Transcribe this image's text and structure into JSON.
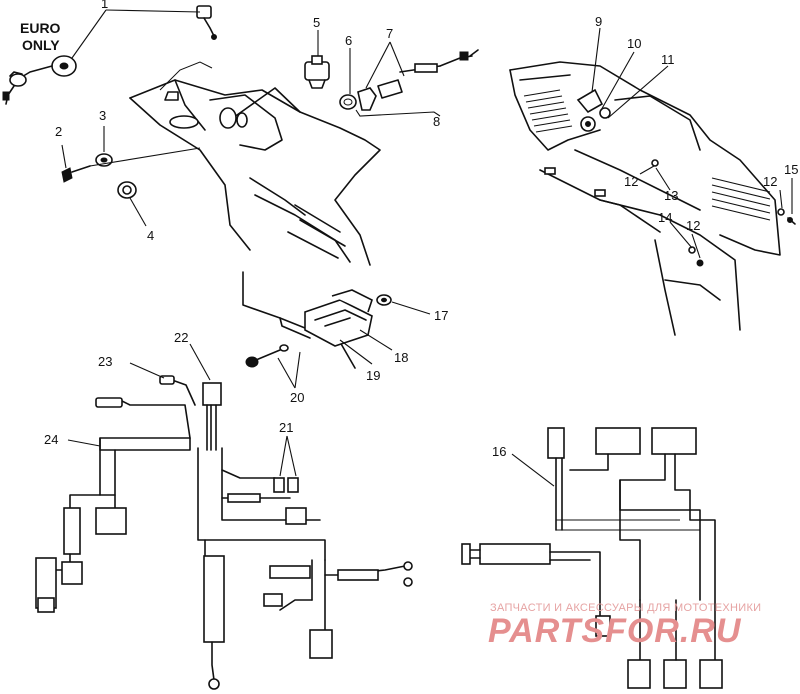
{
  "diagram": {
    "note": [
      "EURO",
      "ONLY"
    ],
    "callouts": [
      "1",
      "2",
      "3",
      "4",
      "5",
      "6",
      "7",
      "8",
      "9",
      "10",
      "11",
      "12",
      "13",
      "14",
      "12",
      "12",
      "15",
      "16",
      "17",
      "18",
      "19",
      "20",
      "21",
      "22",
      "23",
      "24"
    ]
  },
  "watermark": {
    "caption": "ЗАПЧАСТИ И АКСЕССУАРЫ ДЛЯ МОТОТЕХНИКИ",
    "brand": "PARTSFOR.RU"
  }
}
